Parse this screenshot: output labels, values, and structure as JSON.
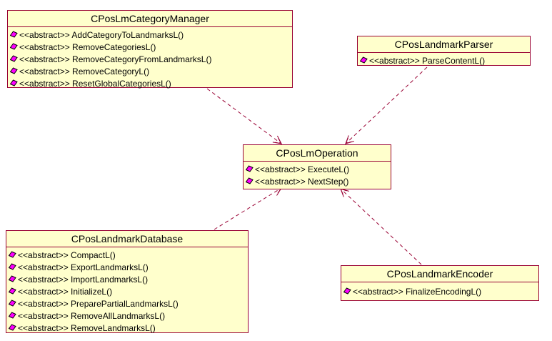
{
  "diagram": {
    "type": "uml-class-diagram",
    "colors": {
      "background": "#FFFFFF",
      "box_fill": "#FFFFCC",
      "box_border": "#990033",
      "arrow": "#990033",
      "text": "#000000",
      "diamond_fill": "#FF00FF"
    },
    "icons": {
      "method_visibility": "magenta-diamond-icon"
    },
    "classes": [
      {
        "title": "CPosLmCategoryManager",
        "methods": [
          "<<abstract>> AddCategoryToLandmarksL()",
          "<<abstract>> RemoveCategoriesL()",
          "<<abstract>> RemoveCategoryFromLandmarksL()",
          "<<abstract>> RemoveCategoryL()",
          "<<abstract>> ResetGlobalCategoriesL()"
        ]
      },
      {
        "title": "CPosLandmarkParser",
        "methods": [
          "<<abstract>> ParseContentL()"
        ]
      },
      {
        "title": "CPosLmOperation",
        "methods": [
          "<<abstract>> ExecuteL()",
          "<<abstract>> NextStep()"
        ]
      },
      {
        "title": "CPosLandmarkDatabase",
        "methods": [
          "<<abstract>> CompactL()",
          "<<abstract>> ExportLandmarksL()",
          "<<abstract>> ImportLandmarksL()",
          "<<abstract>> InitializeL()",
          "<<abstract>> PreparePartialLandmarksL()",
          "<<abstract>> RemoveAllLandmarksL()",
          "<<abstract>> RemoveLandmarksL()"
        ]
      },
      {
        "title": "CPosLandmarkEncoder",
        "methods": [
          "<<abstract>> FinalizeEncodingL()"
        ]
      }
    ],
    "relations": [
      {
        "from": "CPosLmCategoryManager",
        "to": "CPosLmOperation",
        "type": "dependency",
        "line": "dashed",
        "arrowhead": "open"
      },
      {
        "from": "CPosLandmarkParser",
        "to": "CPosLmOperation",
        "type": "dependency",
        "line": "dashed",
        "arrowhead": "open"
      },
      {
        "from": "CPosLandmarkDatabase",
        "to": "CPosLmOperation",
        "type": "dependency",
        "line": "dashed",
        "arrowhead": "open"
      },
      {
        "from": "CPosLandmarkEncoder",
        "to": "CPosLmOperation",
        "type": "dependency",
        "line": "dashed",
        "arrowhead": "open"
      }
    ]
  }
}
